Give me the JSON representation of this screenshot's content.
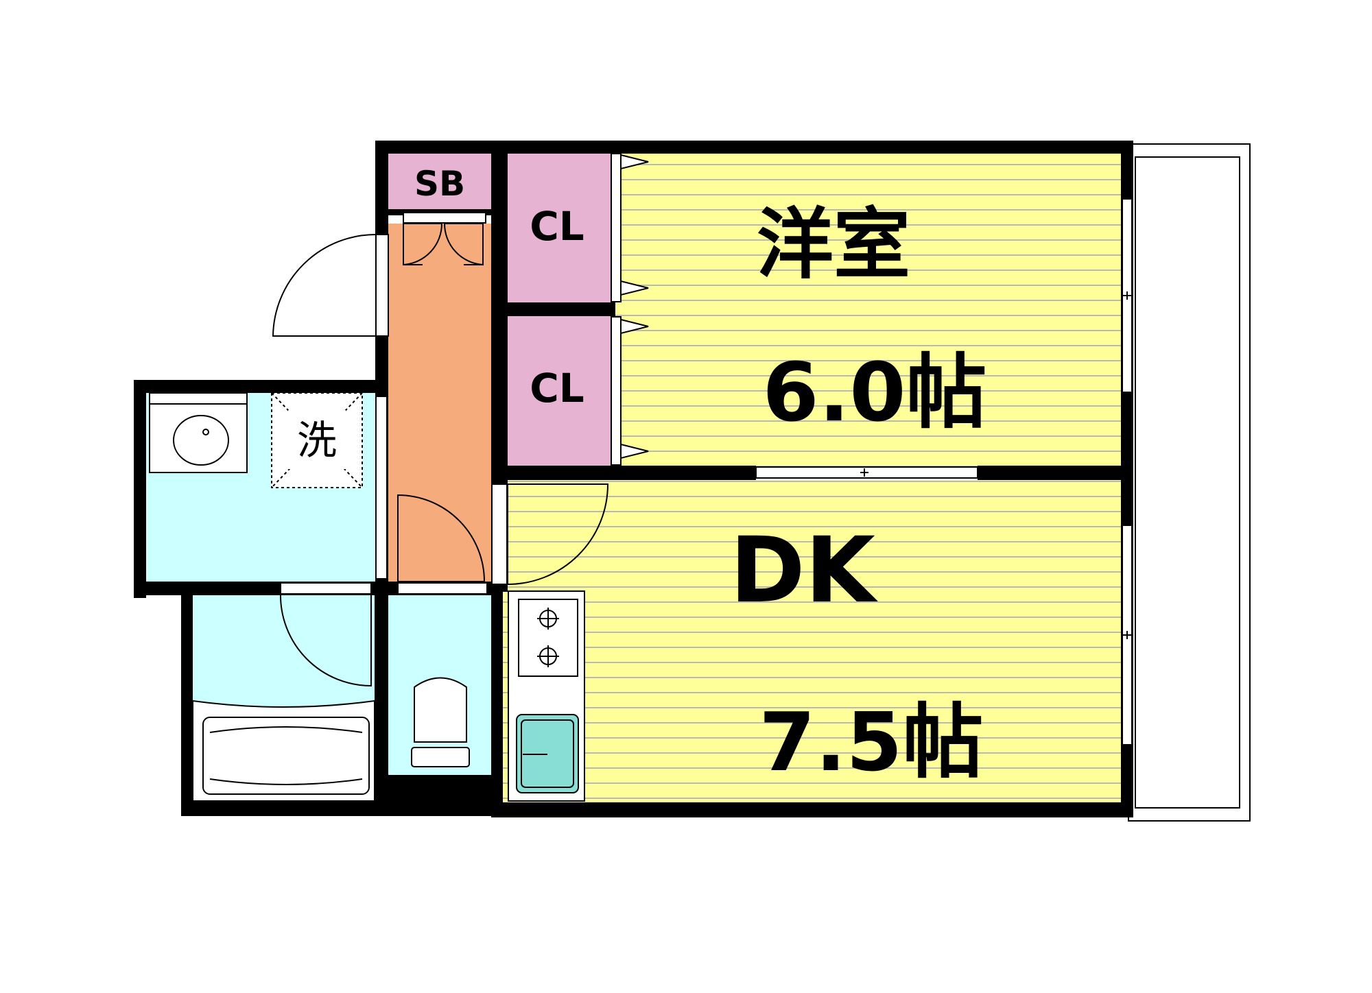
{
  "rooms": {
    "western_room": {
      "name": "洋室",
      "size": "6.0帖"
    },
    "dining_kitchen": {
      "name": "DK",
      "size": "7.5帖"
    },
    "shoe_box": {
      "label": "SB"
    },
    "closet_upper": {
      "label": "CL"
    },
    "closet_lower": {
      "label": "CL"
    },
    "washroom": {
      "washer_label": "洗"
    }
  },
  "colors": {
    "wall": "#000000",
    "room_yellow": "#ffff99",
    "floor_stripe": "#b8b8b8",
    "closet_pink": "#e6b3d3",
    "hallway_orange": "#f5ab7c",
    "wet_area_cyan": "#ccffff",
    "sink_teal": "#88ddd4",
    "balcony": "#ffffff"
  }
}
